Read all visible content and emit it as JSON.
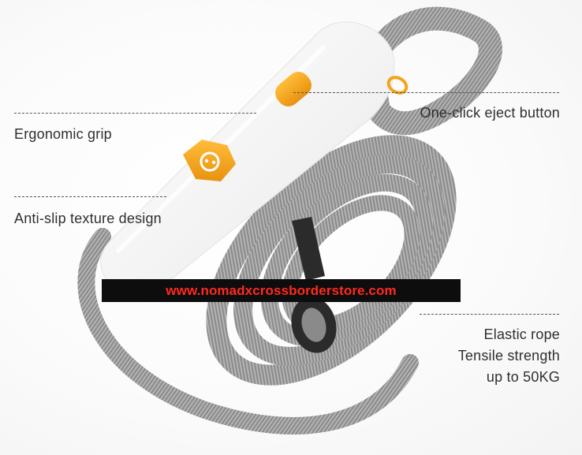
{
  "callouts": {
    "grip": "Ergonomic grip",
    "texture": "Anti-slip texture design",
    "eject": "One-click eject button",
    "rope_line1": "Elastic rope",
    "rope_line2": "Tensile strength",
    "rope_line3": "up to 50KG"
  },
  "watermark": {
    "text": "www.nomadxcrossborderstore.com"
  },
  "colors": {
    "accent": "#f2a51b",
    "handle": "#f7f7f7",
    "rope": "#7a7a7a",
    "watermark_bg": "#0d0d0d",
    "watermark_text": "#ff2a1f"
  }
}
